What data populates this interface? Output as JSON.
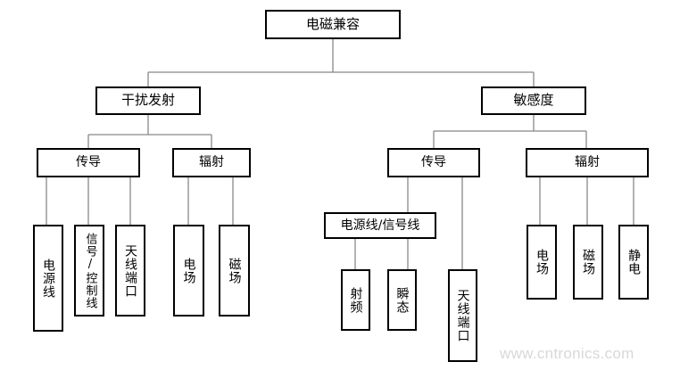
{
  "root": "电磁兼容",
  "emission": {
    "title": "干扰发射",
    "conducted": {
      "title": "传导",
      "items": [
        "电源线",
        "信号/控制线",
        "天线端口"
      ]
    },
    "radiated": {
      "title": "辐射",
      "items": [
        "电场",
        "磁场"
      ]
    }
  },
  "susceptibility": {
    "title": "敏感度",
    "conducted": {
      "title": "传导",
      "group": "电源线/信号线",
      "group_items": [
        "射频",
        "瞬态"
      ],
      "other": "天线端口"
    },
    "radiated": {
      "title": "辐射",
      "items": [
        "电场",
        "磁场",
        "静电"
      ]
    }
  },
  "watermark": "www.cntronics.com",
  "colors": {
    "line": "#888888",
    "border": "#000000",
    "watermark": "#d8d8d8"
  }
}
